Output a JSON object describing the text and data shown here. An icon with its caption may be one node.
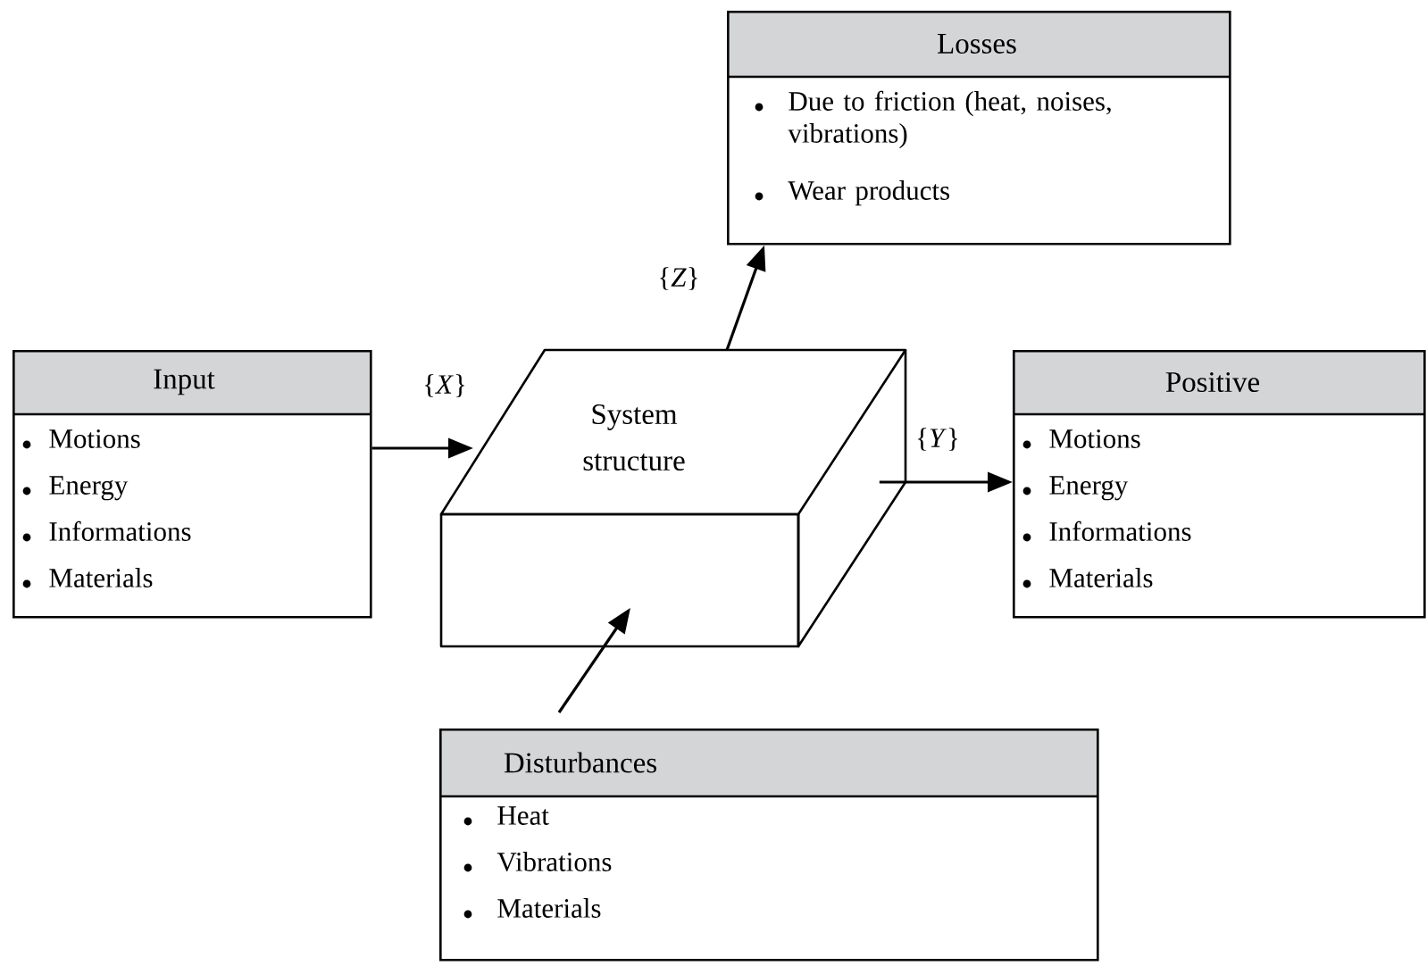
{
  "diagram": {
    "nodes": [
      {
        "text": [
          "Losses",
          "Due to friction (heat, noises, vibrations)",
          "Wear products"
        ]
      },
      {
        "text": [
          "Input",
          "Motions",
          "Energy",
          "Informations",
          "Materials"
        ]
      },
      {
        "text": [
          "System structure"
        ]
      },
      {
        "text": [
          "Positive",
          "Motions",
          "Energy",
          "Informations",
          "Materials"
        ]
      },
      {
        "text": [
          "Disturbances",
          "Heat",
          "Vibrations",
          "Materials"
        ]
      }
    ],
    "edges": [
      {
        "from": 1,
        "to": 2,
        "arrow": "to",
        "label": "{*X*}"
      },
      {
        "from": 2,
        "to": 0,
        "arrow": "to",
        "label": "{*Z*}"
      },
      {
        "from": 2,
        "to": 3,
        "arrow": "to",
        "label": "{*Y*}"
      },
      {
        "from": 4,
        "to": 2,
        "arrow": "to"
      }
    ]
  }
}
